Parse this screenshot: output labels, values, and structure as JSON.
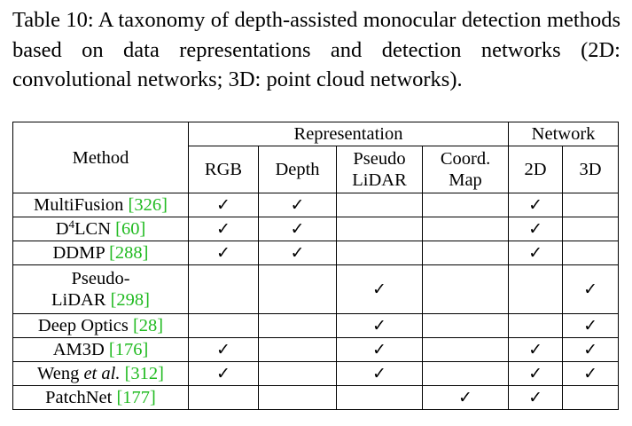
{
  "caption": "Table 10: A taxonomy of depth-assisted monocular detection methods based on data representations and detection networks (2D: convolutional networks; 3D: point cloud networks).",
  "header": {
    "method": "Method",
    "representation": "Representation",
    "network": "Network",
    "rgb": "RGB",
    "depth": "Depth",
    "pseudo_lidar_1": "Pseudo",
    "pseudo_lidar_2": "LiDAR",
    "coord_map_1": "Coord.",
    "coord_map_2": "Map",
    "net_2d": "2D",
    "net_3d": "3D"
  },
  "check_mark": "✓",
  "rows": [
    {
      "name": "MultiFusion",
      "cite": "[326]",
      "rgb": true,
      "depth": true,
      "pseudo": false,
      "coord": false,
      "n2d": true,
      "n3d": false
    },
    {
      "name_prefix": "D",
      "name_sup": "4",
      "name": "LCN",
      "cite": "[60]",
      "rgb": true,
      "depth": true,
      "pseudo": false,
      "coord": false,
      "n2d": true,
      "n3d": false
    },
    {
      "name": "DDMP",
      "cite": "[288]",
      "rgb": true,
      "depth": true,
      "pseudo": false,
      "coord": false,
      "n2d": true,
      "n3d": false
    },
    {
      "name_line1": "Pseudo-",
      "name": "LiDAR",
      "cite": "[298]",
      "rgb": false,
      "depth": false,
      "pseudo": true,
      "coord": false,
      "n2d": false,
      "n3d": true
    },
    {
      "name": "Deep Optics",
      "cite": "[28]",
      "rgb": false,
      "depth": false,
      "pseudo": true,
      "coord": false,
      "n2d": false,
      "n3d": true
    },
    {
      "name": "AM3D",
      "cite": "[176]",
      "rgb": true,
      "depth": false,
      "pseudo": true,
      "coord": false,
      "n2d": true,
      "n3d": true
    },
    {
      "name": "Weng",
      "name_italic": "et al.",
      "cite": "[312]",
      "rgb": true,
      "depth": false,
      "pseudo": true,
      "coord": false,
      "n2d": true,
      "n3d": true
    },
    {
      "name": "PatchNet",
      "cite": "[177]",
      "rgb": false,
      "depth": false,
      "pseudo": false,
      "coord": true,
      "n2d": true,
      "n3d": false
    }
  ]
}
